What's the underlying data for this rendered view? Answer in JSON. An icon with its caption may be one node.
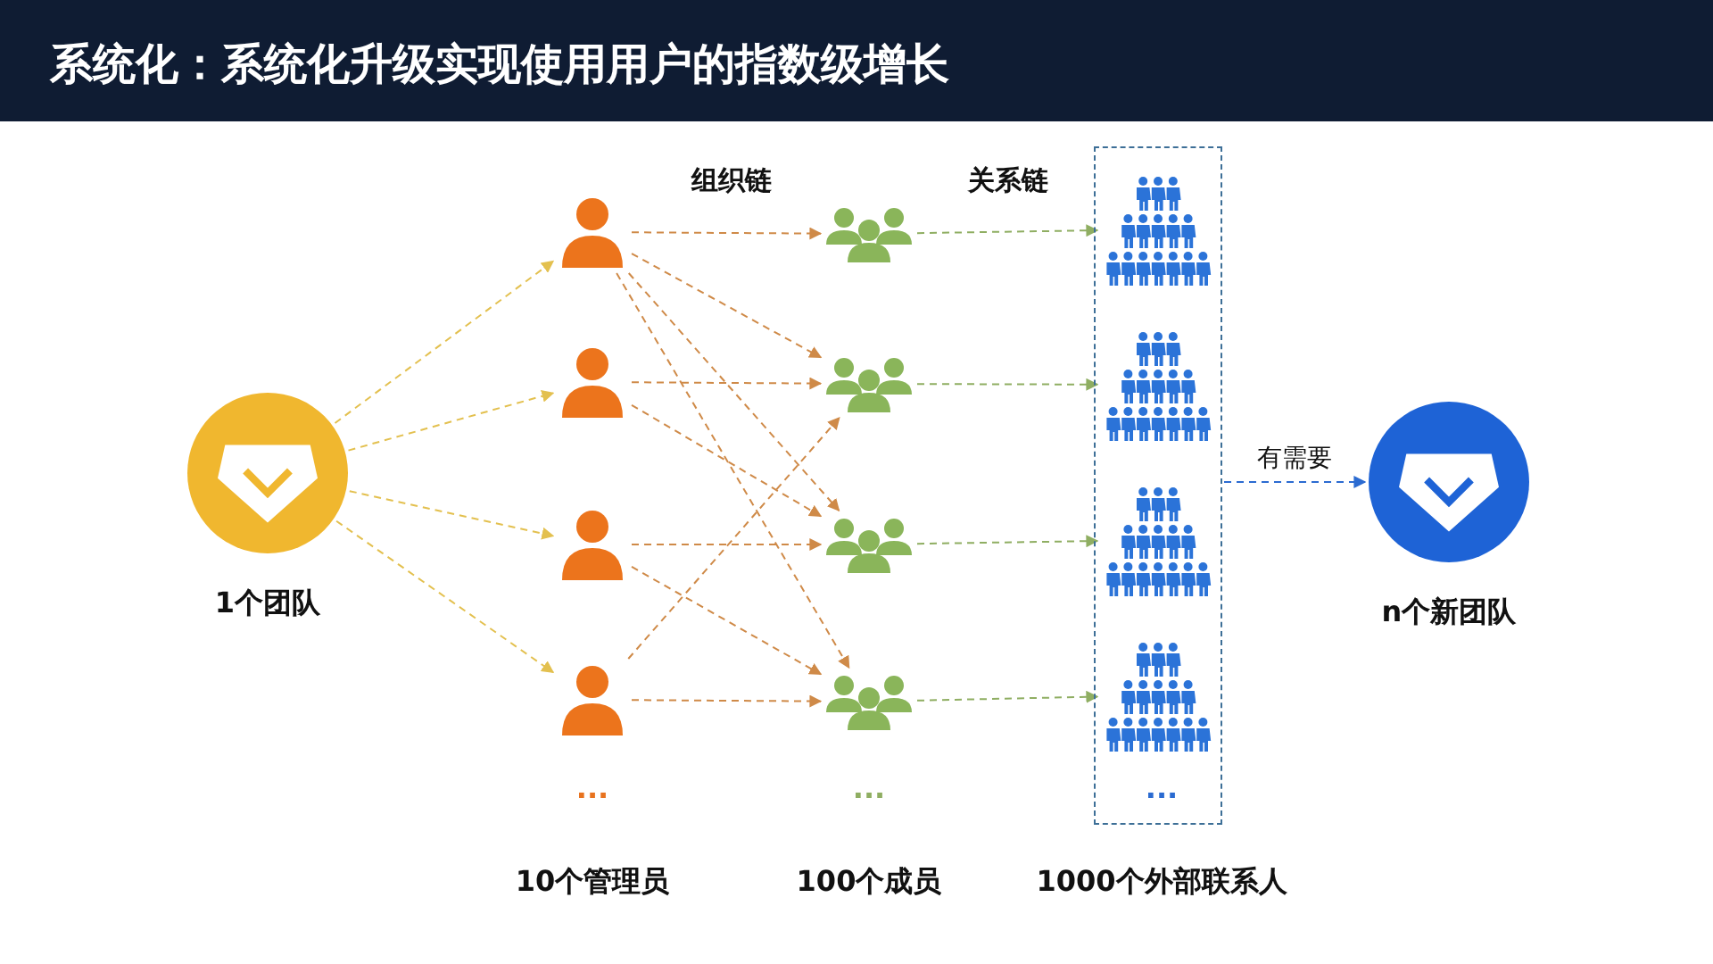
{
  "diagram": {
    "title": "系统化：系统化升级实现使用用户的指数级增长",
    "nodes": [
      {
        "text": [
          "1个团队"
        ]
      },
      {
        "text": [],
        "shape": "person"
      },
      {
        "text": [],
        "shape": "person"
      },
      {
        "text": [],
        "shape": "person"
      },
      {
        "text": [],
        "shape": "person"
      },
      {
        "text": [],
        "shape": "group"
      },
      {
        "text": [],
        "shape": "group"
      },
      {
        "text": [],
        "shape": "group"
      },
      {
        "text": [],
        "shape": "group"
      },
      {
        "text": [],
        "shape": "box"
      },
      {
        "text": [],
        "shape": "crowd",
        "in": 9
      },
      {
        "text": [],
        "shape": "crowd",
        "in": 9
      },
      {
        "text": [],
        "shape": "crowd",
        "in": 9
      },
      {
        "text": [],
        "shape": "crowd",
        "in": 9
      },
      {
        "text": [
          "n个新团队"
        ]
      }
    ],
    "edges": [
      {
        "from": 0,
        "to": 1,
        "arrow": "to",
        "style": "dashed",
        "color": "#e3c04f"
      },
      {
        "from": 0,
        "to": 2,
        "arrow": "to",
        "style": "dashed",
        "color": "#e3c04f"
      },
      {
        "from": 0,
        "to": 3,
        "arrow": "to",
        "style": "dashed",
        "color": "#e3c04f"
      },
      {
        "from": 0,
        "to": 4,
        "arrow": "to",
        "style": "dashed",
        "color": "#e3c04f"
      },
      {
        "from": 1,
        "to": 5,
        "arrow": "to",
        "style": "dashed"
      },
      {
        "from": 1,
        "to": 6,
        "arrow": "to",
        "style": "dashed"
      },
      {
        "from": 1,
        "to": 7,
        "arrow": "to",
        "style": "dashed"
      },
      {
        "from": 1,
        "to": 8,
        "arrow": "to",
        "style": "dashed"
      },
      {
        "from": 2,
        "to": 6,
        "arrow": "to",
        "style": "dashed"
      },
      {
        "from": 2,
        "to": 7,
        "arrow": "to",
        "style": "dashed"
      },
      {
        "from": 3,
        "to": 7,
        "arrow": "to",
        "style": "dashed"
      },
      {
        "from": 3,
        "to": 8,
        "arrow": "to",
        "style": "dashed"
      },
      {
        "from": 4,
        "to": 8,
        "arrow": "to",
        "style": "dashed"
      },
      {
        "from": 4,
        "to": 6,
        "arrow": "to",
        "style": "dashed"
      },
      {
        "from": 5,
        "to": 10,
        "arrow": "to",
        "style": "dashed",
        "color": "#8fae62"
      },
      {
        "from": 6,
        "to": 11,
        "arrow": "to",
        "style": "dashed",
        "color": "#8fae62"
      },
      {
        "from": 7,
        "to": 12,
        "arrow": "to",
        "style": "dashed",
        "color": "#8fae62"
      },
      {
        "from": 8,
        "to": 13,
        "arrow": "to",
        "style": "dashed",
        "color": "#8fae62"
      },
      {
        "from": 9,
        "to": 14,
        "arrow": "to",
        "style": "dashed",
        "color": "#2b6bd1",
        "label": "有需要"
      }
    ],
    "labels": [
      "组织链",
      "关系链",
      "...",
      "...",
      "...",
      "10个管理员",
      "100个成员",
      "1000个外部联系人"
    ]
  }
}
